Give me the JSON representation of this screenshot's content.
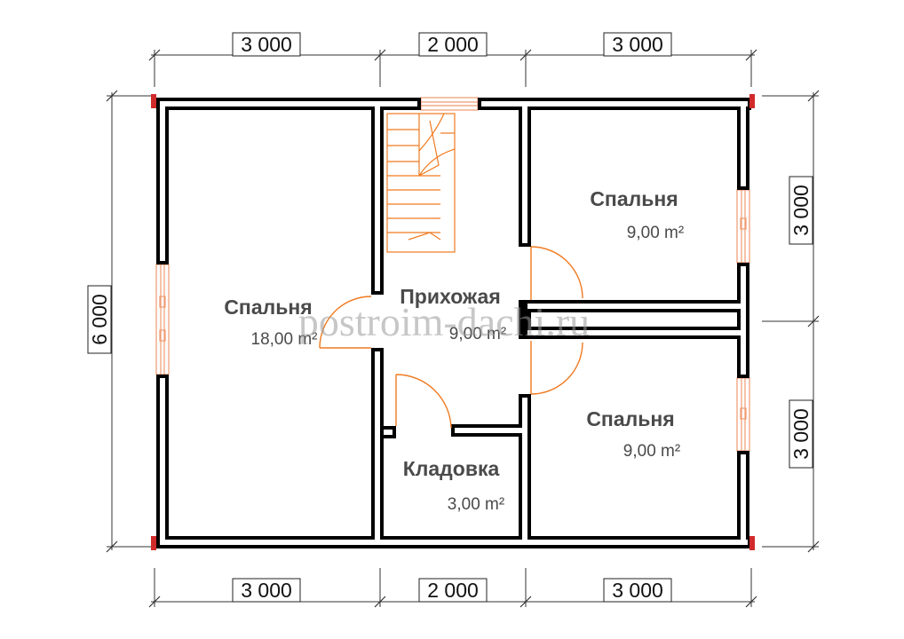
{
  "dimensions": {
    "top": [
      "3 000",
      "2 000",
      "3 000"
    ],
    "bottom": [
      "3 000",
      "2 000",
      "3 000"
    ],
    "left": "6 000",
    "right": [
      "3 000",
      "3 000"
    ]
  },
  "rooms": [
    {
      "name": "Спальня",
      "area": "18,00 m²"
    },
    {
      "name": "Прихожая",
      "area": "9,00 m²"
    },
    {
      "name": "Спальня",
      "area": "9,00 m²"
    },
    {
      "name": "Спальня",
      "area": "9,00 m²"
    },
    {
      "name": "Кладовка",
      "area": "3,00 m²"
    }
  ],
  "watermark": "postroim-dachi.ru",
  "colors": {
    "wall": "#000000",
    "door": "#f07a20",
    "window": "#f09a70",
    "corner": "#d12a2a"
  }
}
